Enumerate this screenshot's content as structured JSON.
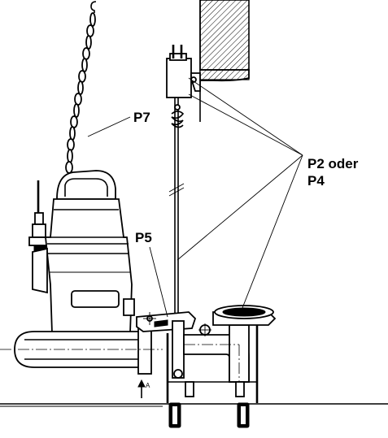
{
  "labels": {
    "p7": "P7",
    "p5": "P5",
    "p2_line1": "P2 oder",
    "p2_line2": "P4",
    "section_mark": "A"
  },
  "colors": {
    "ink": "#000000",
    "paper": "#ffffff"
  }
}
